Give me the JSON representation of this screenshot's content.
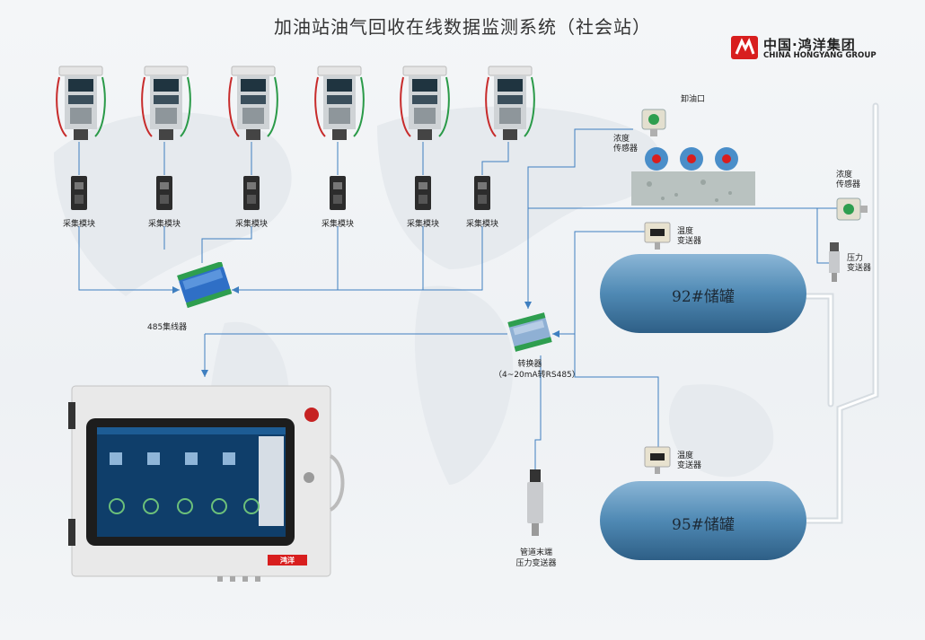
{
  "title": "加油站油气回收在线数据监测系统（社会站）",
  "logo": {
    "brand_cn": "中国·鸿洋集团",
    "brand_en": "CHINA HONGYANG GROUP",
    "accent": "#d81e1e"
  },
  "collector_label": "采集模块",
  "hub": {
    "label": "485集线器"
  },
  "converter": {
    "name": "转换器",
    "detail": "（4~20mA转RS485）"
  },
  "unload_port": "卸油口",
  "concentration_sensor": "浓度\n传感器",
  "temperature_transmitter": "温度\n变送器",
  "pressure_transmitter": "压力\n变送器",
  "pipe_end_sensor": "管道末端\n压力变送器",
  "tanks": [
    {
      "name": "92#储罐"
    },
    {
      "name": "95#储罐"
    }
  ],
  "cabinet_badge": "鸿洋",
  "colors": {
    "line": "#3f7fc0",
    "tank": "#4f89b4",
    "pipe": "#dfe4e8"
  }
}
